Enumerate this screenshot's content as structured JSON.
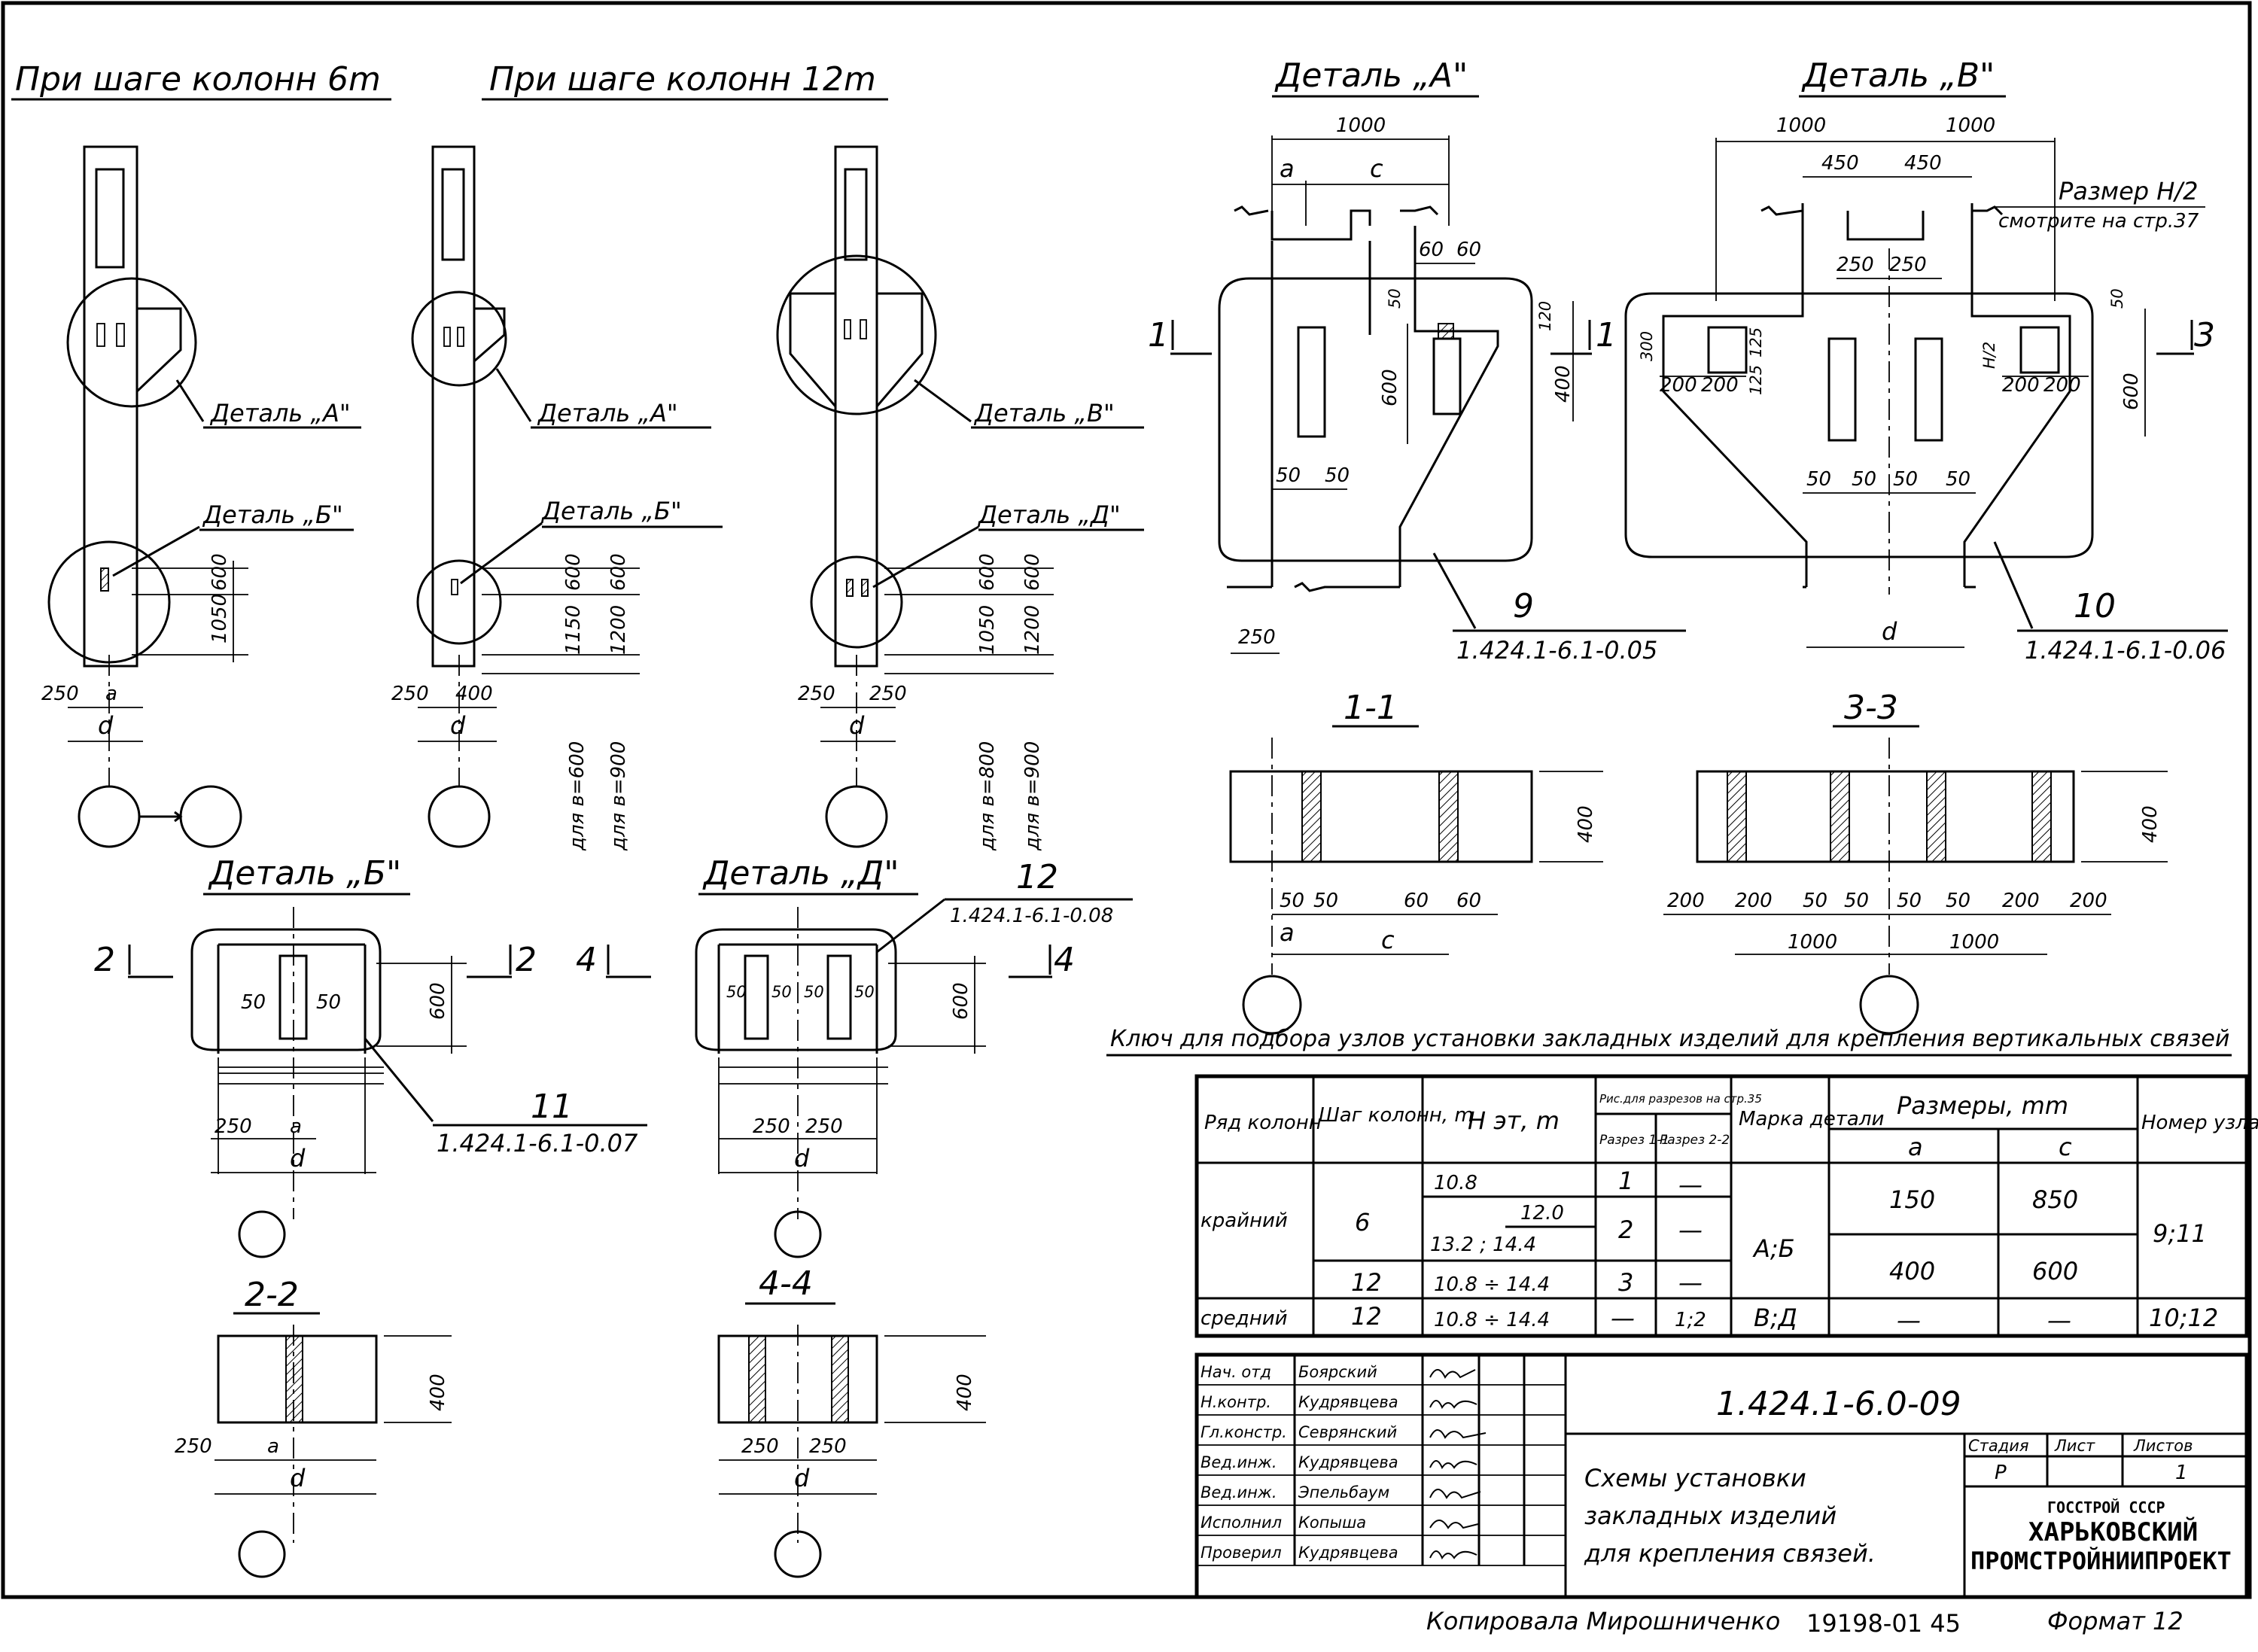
{
  "captions": {
    "step6": "При шаге колонн 6m",
    "step12": "При шаге колонн 12m",
    "detailA": "Деталь „А\"",
    "detailV": "Деталь „В\"",
    "detailB": "Деталь „Б\"",
    "detailD": "Деталь „Д\"",
    "sec11": "1-1",
    "sec33": "3-3",
    "sec22": "2-2",
    "sec44": "4-4"
  },
  "callouts": {
    "detA": "Деталь „А\"",
    "detB": "Деталь „Б\"",
    "detV": "Деталь „В\"",
    "detD": "Деталь „Д\""
  },
  "dims": {
    "d250": "250",
    "d400": "400",
    "d600": "600",
    "d1050": "1050",
    "d1150": "1150",
    "d1200": "1200",
    "d1000": "1000",
    "d450": "450",
    "d60": "60",
    "d50": "50",
    "d120": "120",
    "d300": "300",
    "d200": "200",
    "d125": "125",
    "a": "a",
    "c": "c",
    "d": "d",
    "h2": "H/2",
    "b600": "для в=600",
    "b900": "для в=900",
    "b800": "для в=800"
  },
  "cut_marks": {
    "one": "1",
    "two": "2",
    "three": "3",
    "four": "4"
  },
  "items": {
    "n9": "9",
    "p9": "1.424.1-6.1-0.05",
    "n10": "10",
    "p10": "1.424.1-6.1-0.06",
    "n11": "11",
    "p11": "1.424.1-6.1-0.07",
    "n12": "12",
    "p12": "1.424.1-6.1-0.08"
  },
  "note": {
    "line1": "Размер H/2",
    "line2": "смотрите на стр.37"
  },
  "key_title": "Ключ для подбора узлов установки закладных изделий для крепления вертикальных связей",
  "key_table": {
    "headers": {
      "row": "Ряд колонн",
      "step": "Шаг колонн, m",
      "h": "H эт, m",
      "fig": "Рис.для разрезов на стр.35",
      "fig_a": "Разрез 1-1",
      "fig_b": "Разрез 2-2",
      "mark": "Марка детали",
      "sizes": "Размеры, mm",
      "a": "a",
      "c": "c",
      "node": "Номер узла"
    },
    "rows": {
      "edge": "крайний",
      "middle": "средний",
      "s6": "6",
      "s12": "12",
      "s12b": "12",
      "h1": "10.8",
      "h2": "12.0",
      "h3": "13.2 ; 14.4",
      "h4": "10.8 ÷ 14.4",
      "h5": "10.8 ÷ 14.4",
      "f1": "1",
      "f2": "2",
      "f3": "3",
      "f4": "—",
      "f5": "1;2",
      "dash1": "—",
      "dash2": "—",
      "dash3": "—",
      "markAB": "А;Б",
      "markVD": "В;Д",
      "a150": "150",
      "c850": "850",
      "a400": "400",
      "c600": "600",
      "aDash": "—",
      "cDash": "—",
      "node1": "9;11",
      "node2": "10;12"
    }
  },
  "title_block": {
    "roles": [
      "Нач. отд",
      "Н.контр.",
      "Гл.констр.",
      "Вед.инж.",
      "Вед.инж.",
      "Исполнил",
      "Проверил"
    ],
    "names": [
      "Боярский",
      "Кудрявцева",
      "Севрянский",
      "Кудрявцева",
      "Эпельбаум",
      "Копыша",
      "Кудрявцева"
    ],
    "code": "1.424.1-6.0-09",
    "title_l1": "Схемы установки",
    "title_l2": "закладных изделий",
    "title_l3": "для крепления связей.",
    "stage_h": "Стадия",
    "sheet_h": "Лист",
    "sheets_h": "Листов",
    "stage": "Р",
    "sheet": "",
    "sheets": "1",
    "org1": "ГОССТРОЙ СССР",
    "org2": "ХАРЬКОВСКИЙ",
    "org3": "ПРОМСТРОЙНИИПРОЕКТ"
  },
  "footer": {
    "copied": "Копировала Мирошниченко",
    "number": "19198-01 45",
    "format": "Формат 12"
  }
}
